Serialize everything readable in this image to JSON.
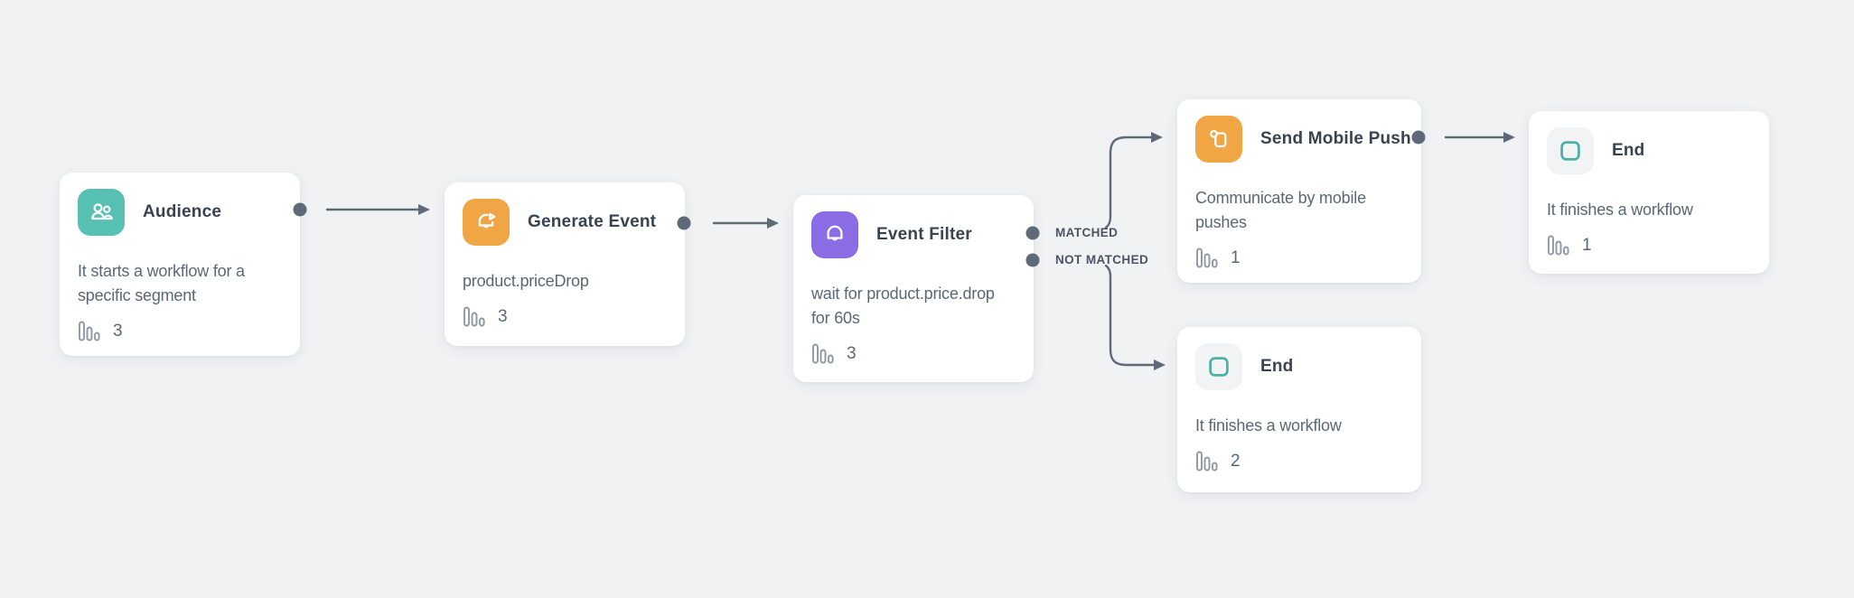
{
  "canvas": {
    "background_color": "#f1f2f4",
    "card_color": "#ffffff",
    "edge_color": "#5f6a78",
    "title_color": "#39434f",
    "description_color": "#5b6774",
    "edge_label_color": "#4b5563"
  },
  "edges": {
    "matched_label": "MATCHED",
    "not_matched_label": "NOT MATCHED"
  },
  "nodes": [
    {
      "id": "audience",
      "title": "Audience",
      "description": "It starts a workflow for a specific segment",
      "stat": "3",
      "icon": "users-icon",
      "icon_color": "#56c1b3"
    },
    {
      "id": "generate-event",
      "title": "Generate Event",
      "description": "product.priceDrop",
      "stat": "3",
      "icon": "bell-play-icon",
      "icon_color": "#f0a644"
    },
    {
      "id": "event-filter",
      "title": "Event Filter",
      "description": "wait for product.price.drop for 60s",
      "stat": "3",
      "icon": "bell-icon",
      "icon_color": "#8b6ce4"
    },
    {
      "id": "send-mobile-push",
      "title": "Send Mobile Push",
      "description": "Communicate by mobile pushes",
      "stat": "1",
      "icon": "mobile-push-icon",
      "icon_color": "#f0a644"
    },
    {
      "id": "end-top",
      "title": "End",
      "description": "It finishes a workflow",
      "stat": "1",
      "icon": "stop-icon",
      "icon_color": "#4bb1a5"
    },
    {
      "id": "end-bottom",
      "title": "End",
      "description": "It finishes a workflow",
      "stat": "2",
      "icon": "stop-icon",
      "icon_color": "#4bb1a5"
    }
  ]
}
